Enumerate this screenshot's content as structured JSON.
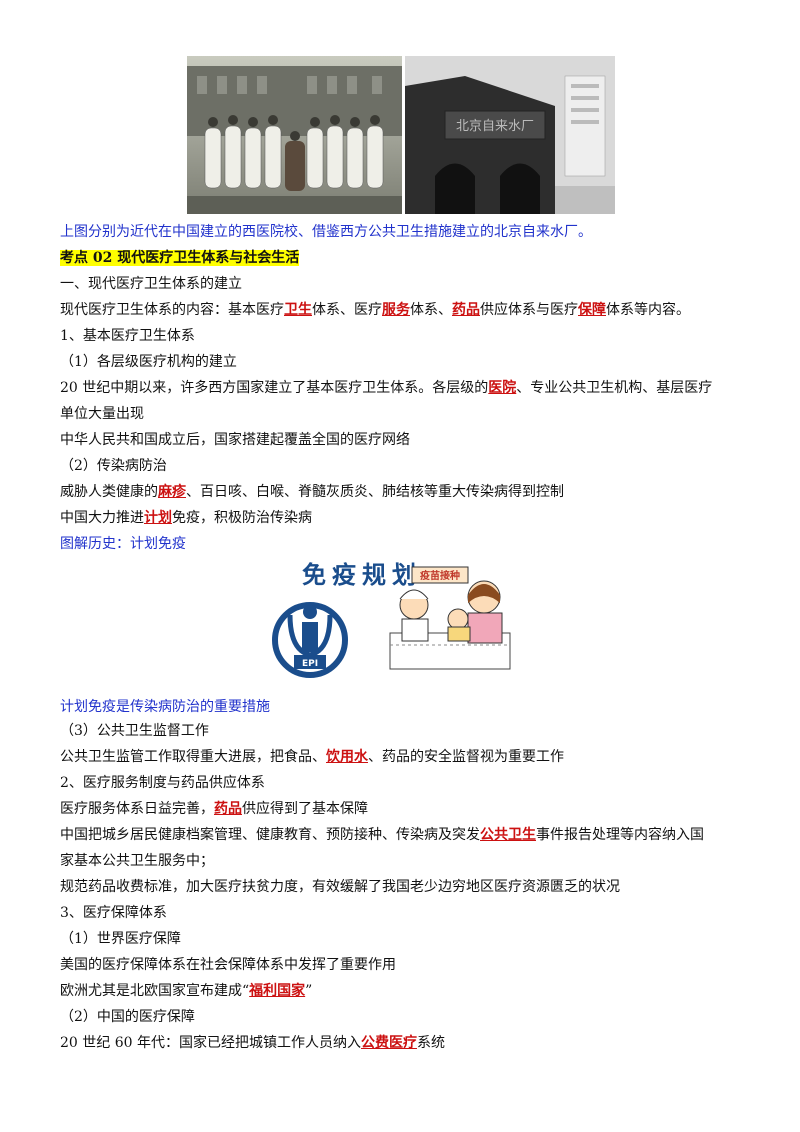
{
  "caption_photos": "上图分别为近代在中国建立的西医院校、借鉴西方公共卫生措施建立的北京自来水厂。",
  "section_heading": "考点 02  现代医疗卫生体系与社会生活",
  "lines": {
    "l1": "一、现代医疗卫生体系的建立",
    "l2a": "现代医疗卫生体系的内容：基本医疗",
    "l2k1": "卫生",
    "l2b": "体系、医疗",
    "l2k2": "服务",
    "l2c": "体系、",
    "l2k3": "药品",
    "l2d": "供应体系与医疗",
    "l2k4": "保障",
    "l2e": "体系等内容。",
    "l3": "1、基本医疗卫生体系",
    "l4": "（1）各层级医疗机构的建立",
    "l5a": "20 世纪中期以来，许多西方国家建立了基本医疗卫生体系。各层级的",
    "l5k": "医院",
    "l5b": "、专业公共卫生机构、基层医疗",
    "l6": "单位大量出现",
    "l7": "中华人民共和国成立后，国家搭建起覆盖全国的医疗网络",
    "l8": "（2）传染病防治",
    "l9a": "威胁人类健康的",
    "l9k": "麻疹",
    "l9b": "、百日咳、白喉、脊髓灰质炎、肺结核等重大传染病得到控制",
    "l10a": "中国大力推进",
    "l10k": "计划",
    "l10b": "免疫，积极防治传染病",
    "l11": "图解历史：计划免疫",
    "l12": "计划免疫是传染病防治的重要措施",
    "l13": "（3）公共卫生监督工作",
    "l14a": "公共卫生监管工作取得重大进展，把食品、",
    "l14k": "饮用水",
    "l14b": "、药品的安全监督视为重要工作",
    "l15": "2、医疗服务制度与药品供应体系",
    "l16a": "医疗服务体系日益完善，",
    "l16k": "药品",
    "l16b": "供应得到了基本保障",
    "l17a": "中国把城乡居民健康档案管理、健康教育、预防接种、传染病及突发",
    "l17k": "公共卫生",
    "l17b": "事件报告处理等内容纳入国",
    "l18": "家基本公共卫生服务中；",
    "l19": "规范药品收费标准，加大医疗扶贫力度，有效缓解了我国老少边穷地区医疗资源匮乏的状况",
    "l20": "3、医疗保障体系",
    "l21": "（1）世界医疗保障",
    "l22": "美国的医疗保障体系在社会保障体系中发挥了重要作用",
    "l23a": "欧洲尤其是北欧国家宣布建成“",
    "l23k": "福利国家",
    "l23b": "”",
    "l24": "（2）中国的医疗保障",
    "l25a": "20 世纪 60 年代：国家已经把城镇工作人员纳入",
    "l25k": "公费医疗",
    "l25b": "系统"
  },
  "epi_title": "免疫规划",
  "epi_logo_text": "EPI",
  "vaccine_sign": "疫苗接种",
  "photo_sign_text": "北京自来水厂"
}
